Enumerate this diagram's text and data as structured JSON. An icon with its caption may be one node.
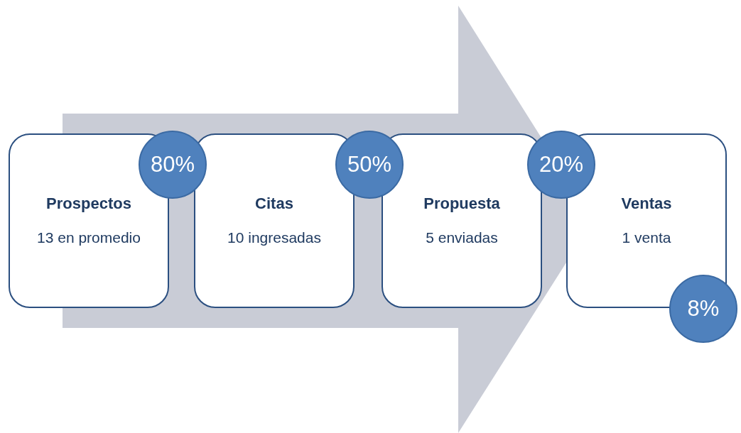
{
  "diagram": {
    "nodes": [
      {
        "text": [
          "Prospectos",
          "13 en promedio"
        ]
      },
      {
        "text": [
          "80%"
        ]
      },
      {
        "text": [
          "Citas",
          "10 ingresadas"
        ]
      },
      {
        "text": [
          "50%"
        ]
      },
      {
        "text": [
          "Propuesta",
          "5 enviadas"
        ]
      },
      {
        "text": [
          "20%"
        ]
      },
      {
        "text": [
          "Ventas",
          "1 venta"
        ]
      },
      {
        "text": [
          "8%"
        ]
      }
    ],
    "edges": [
      {
        "from": 0,
        "to": 6,
        "arrow": "to"
      }
    ]
  }
}
